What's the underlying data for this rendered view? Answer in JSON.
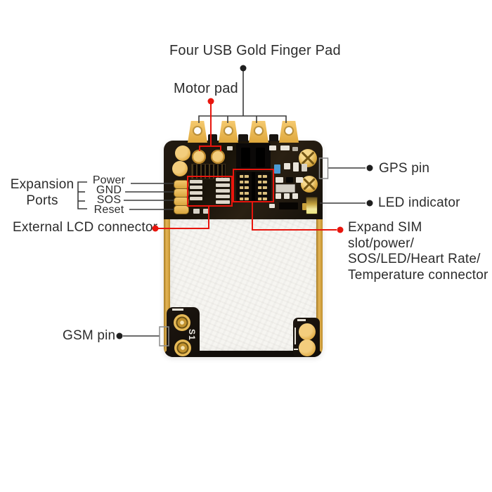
{
  "colors": {
    "accent_red": "#e8150d",
    "line_dark": "#3b3b3b",
    "text_dark": "#2c2c2c",
    "pcb_black": "#1c1610",
    "pad_gold": "#e7b452",
    "led_yellow": "#f2e89c"
  },
  "callouts": {
    "usb_pads": {
      "label": "Four USB Gold Finger Pad"
    },
    "motor_pad": {
      "label": "Motor pad"
    },
    "gps_pin": {
      "label": "GPS pin"
    },
    "led_indicator": {
      "label": "LED indicator"
    },
    "sim_connector": {
      "label": "Expand SIM slot/power/\nSOS/LED/Heart Rate/\nTemperature connector"
    },
    "expansion_ports": {
      "label": "Expansion\nPorts",
      "pins": [
        {
          "label": "Power"
        },
        {
          "label": "GND"
        },
        {
          "label": "SOS"
        },
        {
          "label": "Reset"
        }
      ]
    },
    "lcd_connector": {
      "label": "External LCD connector"
    },
    "gsm_pin": {
      "label": "GSM pin"
    }
  },
  "board": {
    "silkscreen_marking": "S1"
  }
}
